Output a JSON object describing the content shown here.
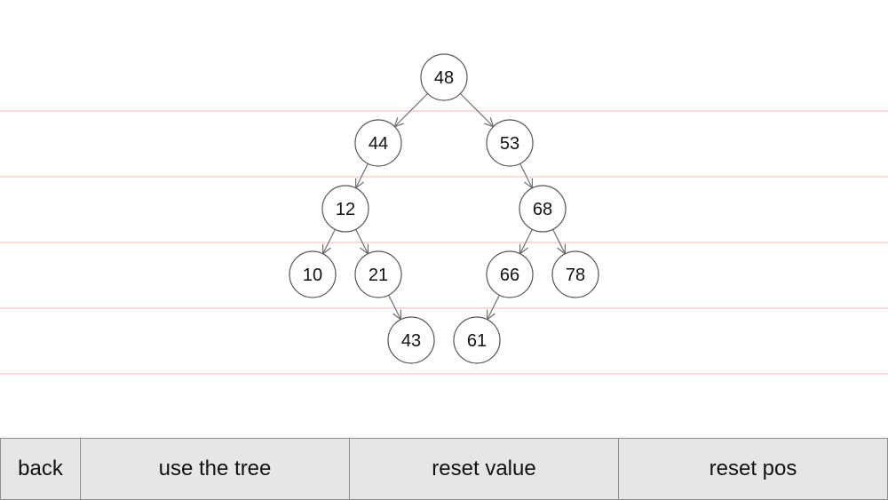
{
  "tree": {
    "nodes": [
      {
        "id": "n48",
        "value": "48",
        "level": 0,
        "col": 4
      },
      {
        "id": "n44",
        "value": "44",
        "level": 1,
        "col": 2
      },
      {
        "id": "n53",
        "value": "53",
        "level": 1,
        "col": 6
      },
      {
        "id": "n12",
        "value": "12",
        "level": 2,
        "col": 1
      },
      {
        "id": "n68",
        "value": "68",
        "level": 2,
        "col": 7
      },
      {
        "id": "n10",
        "value": "10",
        "level": 3,
        "col": 0
      },
      {
        "id": "n21",
        "value": "21",
        "level": 3,
        "col": 2
      },
      {
        "id": "n66",
        "value": "66",
        "level": 3,
        "col": 6
      },
      {
        "id": "n78",
        "value": "78",
        "level": 3,
        "col": 8
      },
      {
        "id": "n43",
        "value": "43",
        "level": 4,
        "col": 3
      },
      {
        "id": "n61",
        "value": "61",
        "level": 4,
        "col": 5
      }
    ],
    "edges": [
      [
        "n48",
        "n44"
      ],
      [
        "n48",
        "n53"
      ],
      [
        "n44",
        "n12"
      ],
      [
        "n53",
        "n68"
      ],
      [
        "n12",
        "n10"
      ],
      [
        "n12",
        "n21"
      ],
      [
        "n68",
        "n66"
      ],
      [
        "n68",
        "n78"
      ],
      [
        "n21",
        "n43"
      ],
      [
        "n66",
        "n61"
      ]
    ],
    "colors": {
      "node_fill": "#ffffff",
      "node_stroke": "#555555",
      "edge": "#6e6e6e",
      "guide_line": "#f2b8b8",
      "text": "#111111"
    }
  },
  "toolbar": {
    "back_label": "back",
    "use_tree_label": "use the tree",
    "reset_value_label": "reset value",
    "reset_pos_label": "reset pos"
  }
}
